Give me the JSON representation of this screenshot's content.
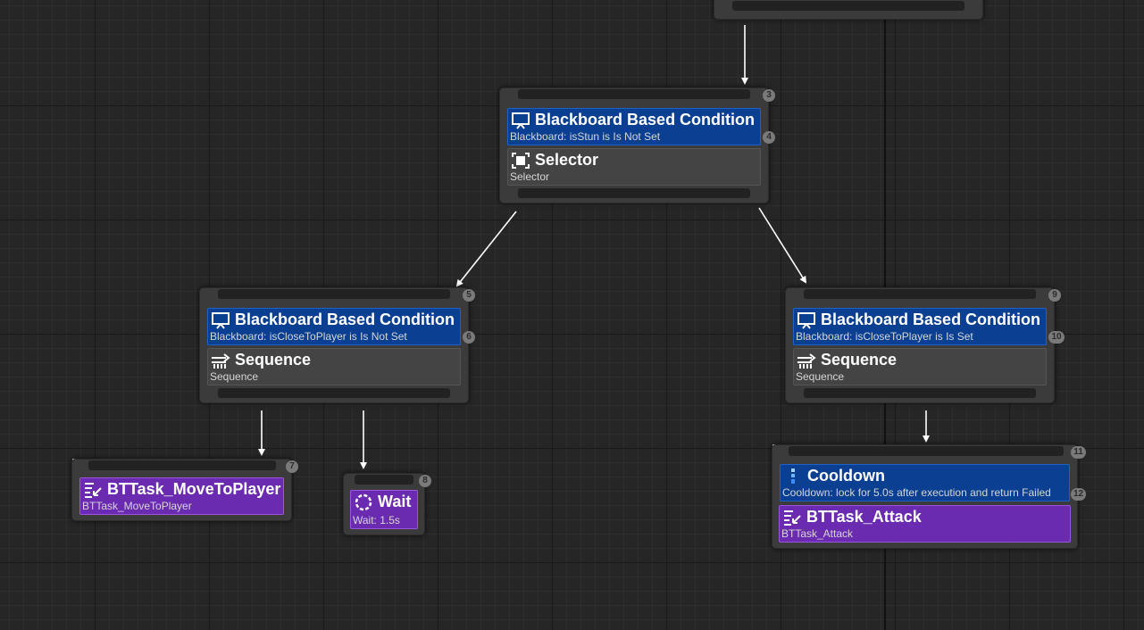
{
  "nodes": {
    "root_selector": {
      "decorator_title": "Blackboard Based Condition",
      "decorator_sub": "Blackboard: isStun is Is Not Set",
      "composite_title": "Selector",
      "composite_sub": "Selector",
      "index_top": "3",
      "index_dec": "4"
    },
    "left_sequence": {
      "decorator_title": "Blackboard Based Condition",
      "decorator_sub": "Blackboard: isCloseToPlayer is Is Not Set",
      "composite_title": "Sequence",
      "composite_sub": "Sequence",
      "index_top": "5",
      "index_dec": "6"
    },
    "right_sequence": {
      "decorator_title": "Blackboard Based Condition",
      "decorator_sub": "Blackboard: isCloseToPlayer is Is Set",
      "composite_title": "Sequence",
      "composite_sub": "Sequence",
      "index_top": "9",
      "index_dec": "10"
    },
    "move_task": {
      "title": "BTTask_MoveToPlayer",
      "sub": "BTTask_MoveToPlayer",
      "index": "7"
    },
    "wait_task": {
      "title": "Wait",
      "sub": "Wait: 1.5s",
      "index": "8"
    },
    "attack_task": {
      "decorator_title": "Cooldown",
      "decorator_sub": "Cooldown: lock for 5.0s after execution and return Failed",
      "task_title": "BTTask_Attack",
      "task_sub": "BTTask_Attack",
      "index_top": "11",
      "index_dec": "12"
    }
  },
  "colors": {
    "decorator": "#0a3f91",
    "composite": "#444444",
    "task": "#6b2bb0",
    "background": "#262626"
  }
}
